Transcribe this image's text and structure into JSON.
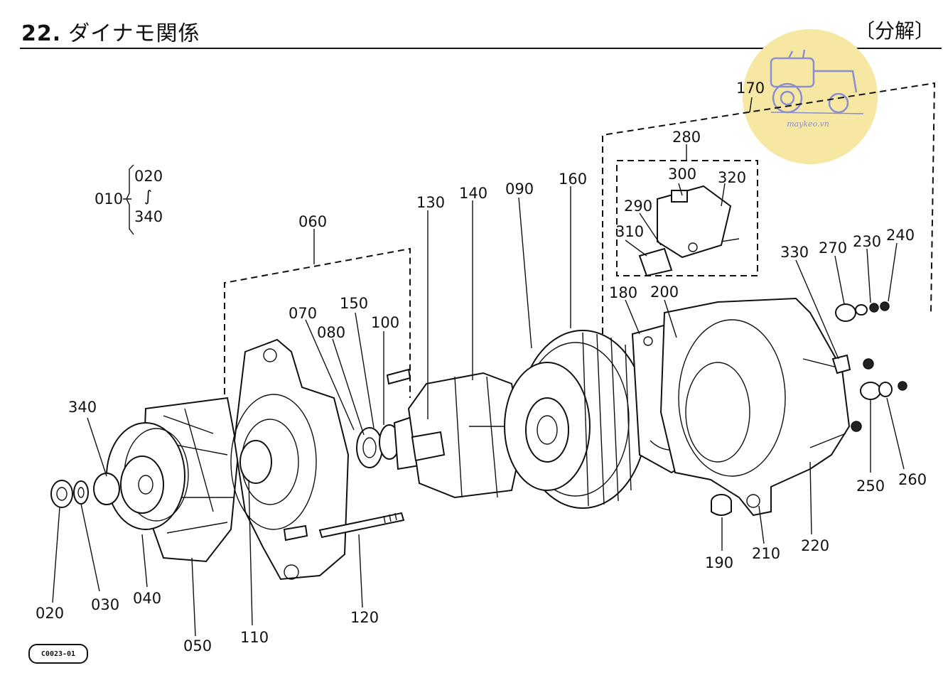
{
  "header": {
    "number": "22.",
    "title": "ダイナモ関係",
    "section": "〔分解〕"
  },
  "drawing_code": "C0023-01",
  "watermark": {
    "text": "maykeo.vn",
    "icon": "tractor-logo-icon",
    "color": "#f6e7a3"
  },
  "assembly_range": {
    "parent": "010",
    "from": "020",
    "tilde": "∫",
    "to": "340"
  },
  "part_labels": {
    "p060": "060",
    "p070": "070",
    "p080": "080",
    "p150": "150",
    "p100": "100",
    "p130": "130",
    "p140": "140",
    "p090": "090",
    "p160": "160",
    "p170": "170",
    "p280": "280",
    "p300": "300",
    "p320": "320",
    "p290": "290",
    "p310": "310",
    "p180": "180",
    "p200": "200",
    "p330": "330",
    "p270": "270",
    "p230": "230",
    "p240": "240",
    "p250": "250",
    "p260": "260",
    "p340": "340",
    "p020": "020",
    "p030": "030",
    "p040": "040",
    "p050": "050",
    "p110": "110",
    "p120": "120",
    "p190": "190",
    "p210": "210",
    "p220": "220"
  }
}
